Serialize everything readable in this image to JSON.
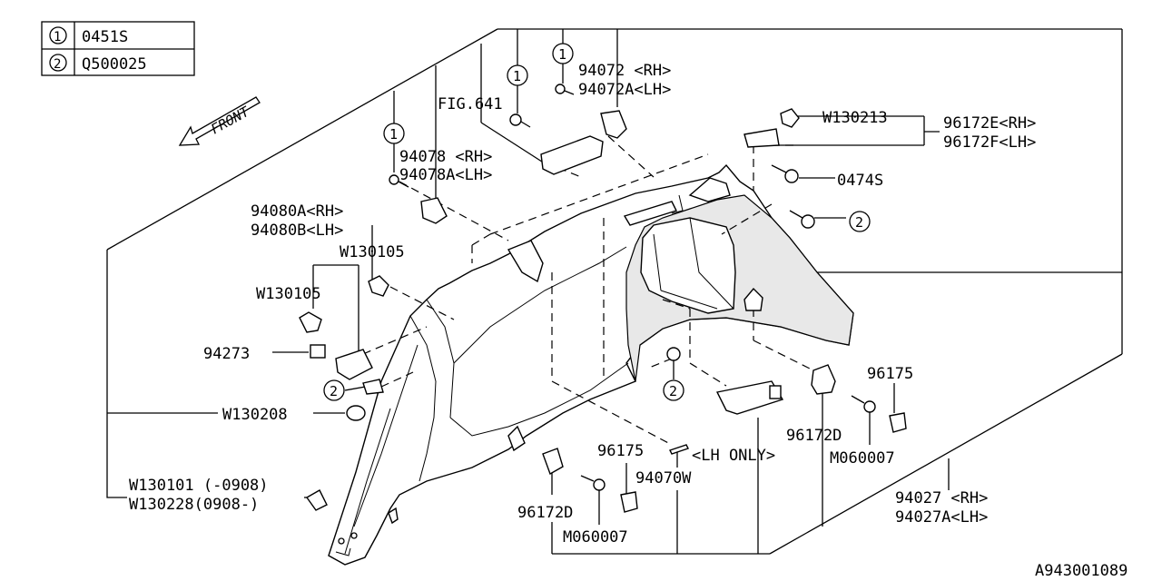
{
  "legend": {
    "rows": [
      {
        "marker": "1",
        "part": "0451S"
      },
      {
        "marker": "2",
        "part": "Q500025"
      }
    ]
  },
  "front_label": "FRONT",
  "figure_ref": "FIG.641",
  "labels": {
    "p94072": "94072 <RH>",
    "p94072a": "94072A<LH>",
    "p94078": "94078 <RH>",
    "p94078a": "94078A<LH>",
    "p94080a": "94080A<RH>",
    "p94080b": "94080B<LH>",
    "w130105_upper": "W130105",
    "w130105_lower": "W130105",
    "p94273": "94273",
    "w130208": "W130208",
    "w130101": "W130101 (-0908)",
    "w130228": "W130228(0908-)",
    "w130213": "W130213",
    "p96172e": "96172E<RH>",
    "p96172f": "96172F<LH>",
    "p0474s": "0474S",
    "p96175_right": "96175",
    "p96172d_right": "96172D",
    "m060007_right": "M060007",
    "p96175_bottom": "96175",
    "lh_only": "<LH ONLY>",
    "p94070w": "94070W",
    "p96172d_bottom": "96172D",
    "m060007_bottom": "M060007",
    "p94027": "94027 <RH>",
    "p94027a": "94027A<LH>"
  },
  "callouts": {
    "c1_a": "1",
    "c1_b": "1",
    "c1_c": "1",
    "c2_a": "2",
    "c2_b": "2",
    "c2_c": "2"
  },
  "diagram_id": "A943001089"
}
